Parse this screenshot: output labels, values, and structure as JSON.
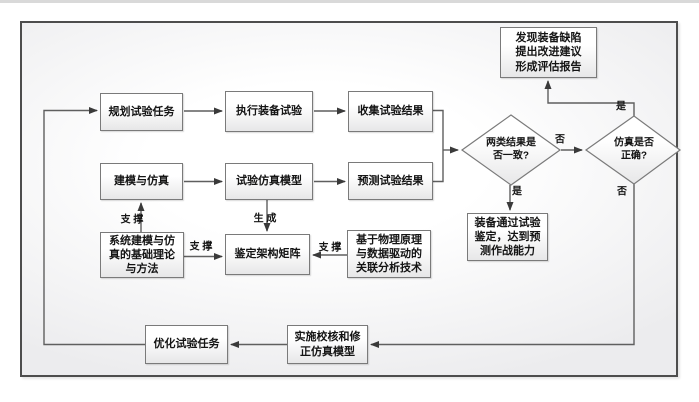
{
  "diagram": {
    "type": "flowchart",
    "language": "zh-CN"
  },
  "nodes": {
    "plan": {
      "label": "规划试验任务"
    },
    "execute": {
      "label": "执行装备试验"
    },
    "collect": {
      "label": "收集试验结果"
    },
    "modeling": {
      "label": "建模与仿真"
    },
    "sim_model": {
      "label": "试验仿真模型"
    },
    "predict": {
      "label": "预测试验结果"
    },
    "theory": {
      "label": "系统建模与仿\n真的基础理论\n与方法"
    },
    "matrix": {
      "label": "鉴定架构矩阵"
    },
    "physics": {
      "label": "基于物理原理\n与数据驱动的\n关联分析技术"
    },
    "qualified": {
      "label": "装备通过试验\n鉴定，达到预\n测作战能力"
    },
    "defect_report": {
      "label": "发现装备缺陷\n提出改进建议\n形成评估报告"
    },
    "optimize": {
      "label": "优化试验任务"
    },
    "revise": {
      "label": "实施校核和修\n正仿真模型"
    }
  },
  "decisions": {
    "consistent": {
      "label": "两类结果是\n否一致?"
    },
    "sim_correct": {
      "label": "仿真是否\n正确?"
    }
  },
  "edge_labels": {
    "support_v": "支 撑",
    "support_h1": "支 撑",
    "support_h2": "支 撑",
    "generate": "生 成",
    "no_1": "否",
    "yes_1": "是",
    "yes_2": "是",
    "no_2": "否"
  },
  "colors": {
    "border": "#4d4d4d",
    "node_border": "#7a7a7a",
    "node_fill_top": "#ffffff",
    "node_fill_bottom": "#e7e7e8",
    "wire": "#5f5f5f",
    "arrow": "#3a3a3a",
    "text": "#141414"
  }
}
